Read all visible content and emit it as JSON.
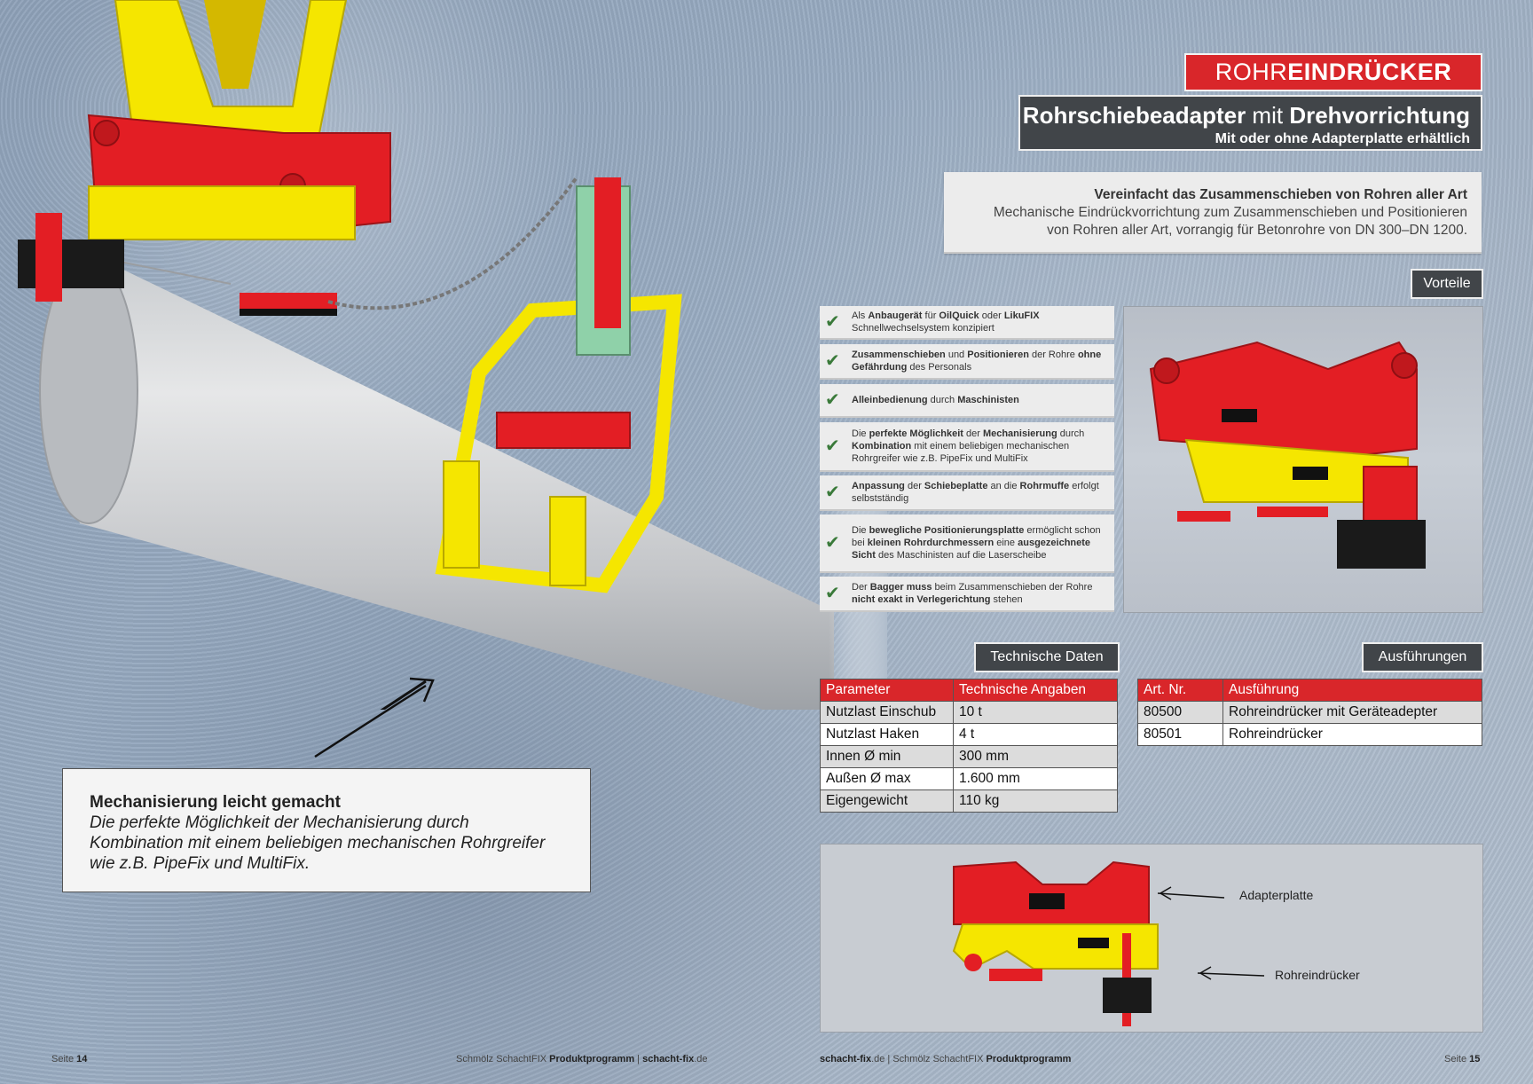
{
  "header": {
    "brand_light": "ROHR",
    "brand_bold": "EINDRÜCKER",
    "title_bold_1": "Rohrschiebeadapter",
    "title_light": " mit ",
    "title_bold_2": "Drehvorrichtung",
    "subtitle": "Mit oder ohne Adapterplatte erhältlich"
  },
  "intro": {
    "heading": "Vereinfacht das Zusammenschieben von Rohren aller Art",
    "line1": "Mechanische Eindrückvorrichtung zum Zusammenschieben und Positionieren",
    "line2": "von Rohren aller Art, vorrangig für Betonrohre von DN 300–DN 1200."
  },
  "vorteile": {
    "label": "Vorteile",
    "items": [
      {
        "a": "Als ",
        "b": "Anbaugerät",
        "c": " für ",
        "d": "OilQuick",
        "e": " oder ",
        "f": "LikuFIX",
        "g": " Schnellwechselsystem konzipiert"
      },
      {
        "a": "",
        "b": "Zusammenschieben",
        "c": " und ",
        "d": "Positionieren",
        "e": " der Rohre ",
        "f": "ohne Gefährdung",
        "g": " des Personals"
      },
      {
        "a": "",
        "b": "Alleinbedienung",
        "c": " durch ",
        "d": "Maschinisten",
        "e": "",
        "f": "",
        "g": ""
      },
      {
        "a": "Die ",
        "b": "perfekte Möglichkeit",
        "c": " der ",
        "d": "Mechanisierung",
        "e": " durch ",
        "f": "Kombination",
        "g": " mit einem beliebigen mechanischen Rohrgreifer wie z.B. PipeFix und MultiFix"
      },
      {
        "a": "",
        "b": "Anpassung",
        "c": " der ",
        "d": "Schiebeplatte",
        "e": " an die ",
        "f": "Rohrmuffe",
        "g": " erfolgt selbstständig"
      },
      {
        "a": "Die ",
        "b": "bewegliche Positionierungsplatte",
        "c": " ermöglicht schon bei ",
        "d": "kleinen Rohrdurchmessern",
        "e": " eine ",
        "f": "ausgezeichnete Sicht",
        "g": " des Maschinisten auf die Laserscheibe"
      },
      {
        "a": "Der ",
        "b": "Bagger muss",
        "c": " beim Zusammenschieben der Rohre ",
        "d": "nicht exakt in Verlegerichtung",
        "e": " stehen",
        "f": "",
        "g": ""
      }
    ]
  },
  "tech": {
    "label": "Technische Daten",
    "headers": [
      "Parameter",
      "Technische Angaben"
    ],
    "rows": [
      [
        "Nutzlast Einschub",
        "10 t"
      ],
      [
        "Nutzlast Haken",
        "4 t"
      ],
      [
        "Innen Ø min",
        "300 mm"
      ],
      [
        "Außen Ø max",
        "1.600 mm"
      ],
      [
        "Eigengewicht",
        "110 kg"
      ]
    ]
  },
  "ausf": {
    "label": "Ausführungen",
    "headers": [
      "Art. Nr.",
      "Ausführung"
    ],
    "rows": [
      [
        "80500",
        "Rohreindrücker mit Geräteadepter"
      ],
      [
        "80501",
        "Rohreindrücker"
      ]
    ]
  },
  "diagram": {
    "label_top": "Adapterplatte",
    "label_bottom": "Rohreindrücker"
  },
  "mech": {
    "heading": "Mechanisierung leicht gemacht",
    "text": "Die perfekte Möglichkeit der Mechanisierung durch Kombination mit einem beliebigen mechanischen Rohrgreifer wie z.B. PipeFix und MultiFix."
  },
  "footer": {
    "left_page_label": "Seite ",
    "left_page_num": "14",
    "left_center_a": "Schmölz SchachtFIX ",
    "left_center_b": "Produktprogramm",
    "left_center_c": " | ",
    "left_center_d": "schacht-fix",
    "left_center_e": ".de",
    "right_center_a": "schacht-fix",
    "right_center_b": ".de",
    "right_center_c": " | Schmölz SchachtFIX ",
    "right_center_d": "Produktprogramm",
    "right_page_label": "Seite ",
    "right_page_num": "15"
  },
  "colors": {
    "red": "#d9262a",
    "dark": "#414549",
    "yellow": "#f2e600",
    "check_green": "#3a7a3a"
  }
}
